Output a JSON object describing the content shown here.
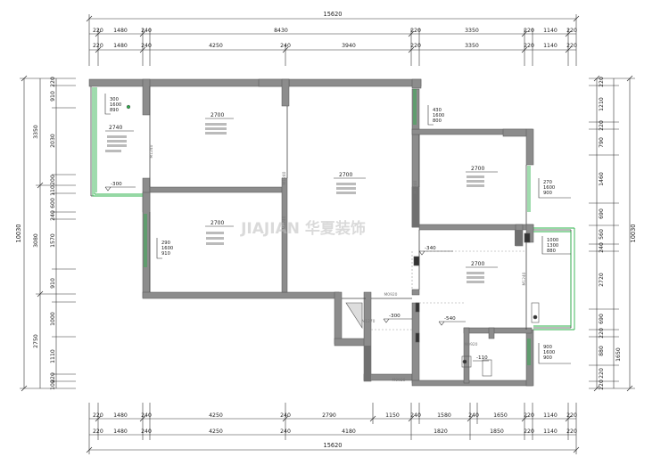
{
  "overall": {
    "top": "15620",
    "bottom": "15620",
    "left": "10030",
    "right": "10030"
  },
  "top_dims": {
    "row1": [
      "220",
      "1480",
      "240",
      "8430",
      "220",
      "3350",
      "220",
      "1140",
      "220"
    ],
    "row2": [
      "220",
      "1480",
      "240",
      "4250",
      "240",
      "3940",
      "220",
      "3350",
      "220",
      "1140",
      "220"
    ]
  },
  "bottom_dims": {
    "row1": [
      "220",
      "1480",
      "240",
      "4250",
      "240",
      "2790",
      "1150",
      "240",
      "1580",
      "240",
      "1650",
      "220",
      "1140",
      "220"
    ],
    "row2": [
      "220",
      "1480",
      "240",
      "4250",
      "240",
      "4180",
      "1820",
      "1850",
      "220",
      "1140",
      "220"
    ]
  },
  "left_dims": {
    "outer": [
      "3350",
      "3080",
      "2750"
    ],
    "inner": [
      "220",
      "910",
      "2030",
      "200",
      "110",
      "600",
      "240",
      "1570",
      "910",
      "1000",
      "1110",
      "220",
      "100"
    ]
  },
  "right_dims": {
    "outer": [
      "10030"
    ],
    "inner": [
      "220",
      "1210",
      "220",
      "790",
      "1460",
      "690",
      "560",
      "240",
      "2720",
      "690",
      "220",
      "880",
      "1650",
      "220",
      "220"
    ]
  },
  "heights": [
    "2700",
    "2700",
    "2700",
    "2700",
    "2700",
    "2740"
  ],
  "levels": [
    "-300",
    "-300",
    "-340",
    "-540",
    "-110"
  ],
  "windows": [
    [
      "300",
      "1600",
      "890"
    ],
    [
      "430",
      "1600",
      "800"
    ],
    [
      "270",
      "1600",
      "900"
    ],
    [
      "290",
      "1600",
      "910"
    ],
    [
      "1000",
      "1300",
      "880"
    ],
    [
      "900",
      "1600",
      "900"
    ]
  ],
  "doors": [
    "M1240",
    "M1240",
    "M1240",
    "M1240",
    "M1240",
    "M0920",
    "M1270",
    "M0920",
    "M0920"
  ],
  "watermark": "JIAJIAN 华夏装饰"
}
